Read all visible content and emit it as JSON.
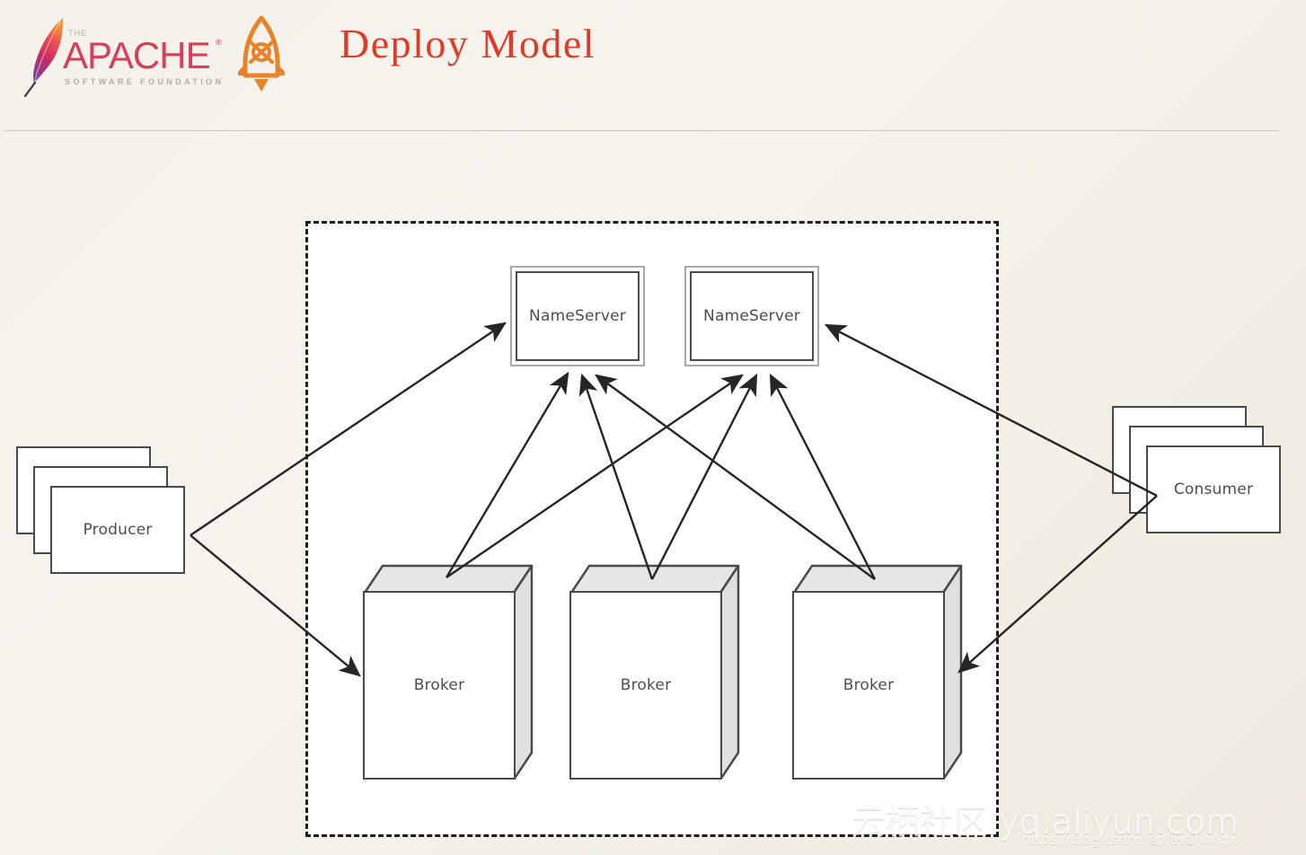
{
  "header": {
    "title": "Deploy Model",
    "title_color": "#e03a28",
    "apache_logo": {
      "icon": "apache-feather-icon",
      "word_the": "THE",
      "word_main": "APACHE",
      "word_sub": "SOFTWARE FOUNDATION"
    },
    "rocketmq_logo": {
      "icon": "rocketmq-rocket-icon"
    }
  },
  "diagram": {
    "cluster_boundary": {
      "name": "rocketmq-cluster-boundary",
      "style": "dashed"
    },
    "nameservers": [
      {
        "label": "NameServer"
      },
      {
        "label": "NameServer"
      }
    ],
    "brokers": [
      {
        "label": "Broker"
      },
      {
        "label": "Broker"
      },
      {
        "label": "Broker"
      }
    ],
    "clients": [
      {
        "label": "Producer",
        "side": "left"
      },
      {
        "label": "Consumer",
        "side": "right"
      }
    ],
    "connections": [
      {
        "from": "Producer",
        "to": "NameServer 1"
      },
      {
        "from": "Producer",
        "to": "Broker 1"
      },
      {
        "from": "Broker 1",
        "to": "NameServer 1"
      },
      {
        "from": "Broker 1",
        "to": "NameServer 2"
      },
      {
        "from": "Broker 2",
        "to": "NameServer 1"
      },
      {
        "from": "Broker 2",
        "to": "NameServer 2"
      },
      {
        "from": "Broker 3",
        "to": "NameServer 1"
      },
      {
        "from": "Broker 3",
        "to": "NameServer 2"
      },
      {
        "from": "Consumer",
        "to": "NameServer 2"
      },
      {
        "from": "Consumer",
        "to": "Broker 3"
      }
    ]
  },
  "watermark": {
    "main": "云栖社区  yq.aliyun.com",
    "sub": "https://blog.csdn.net/javahongxi"
  }
}
